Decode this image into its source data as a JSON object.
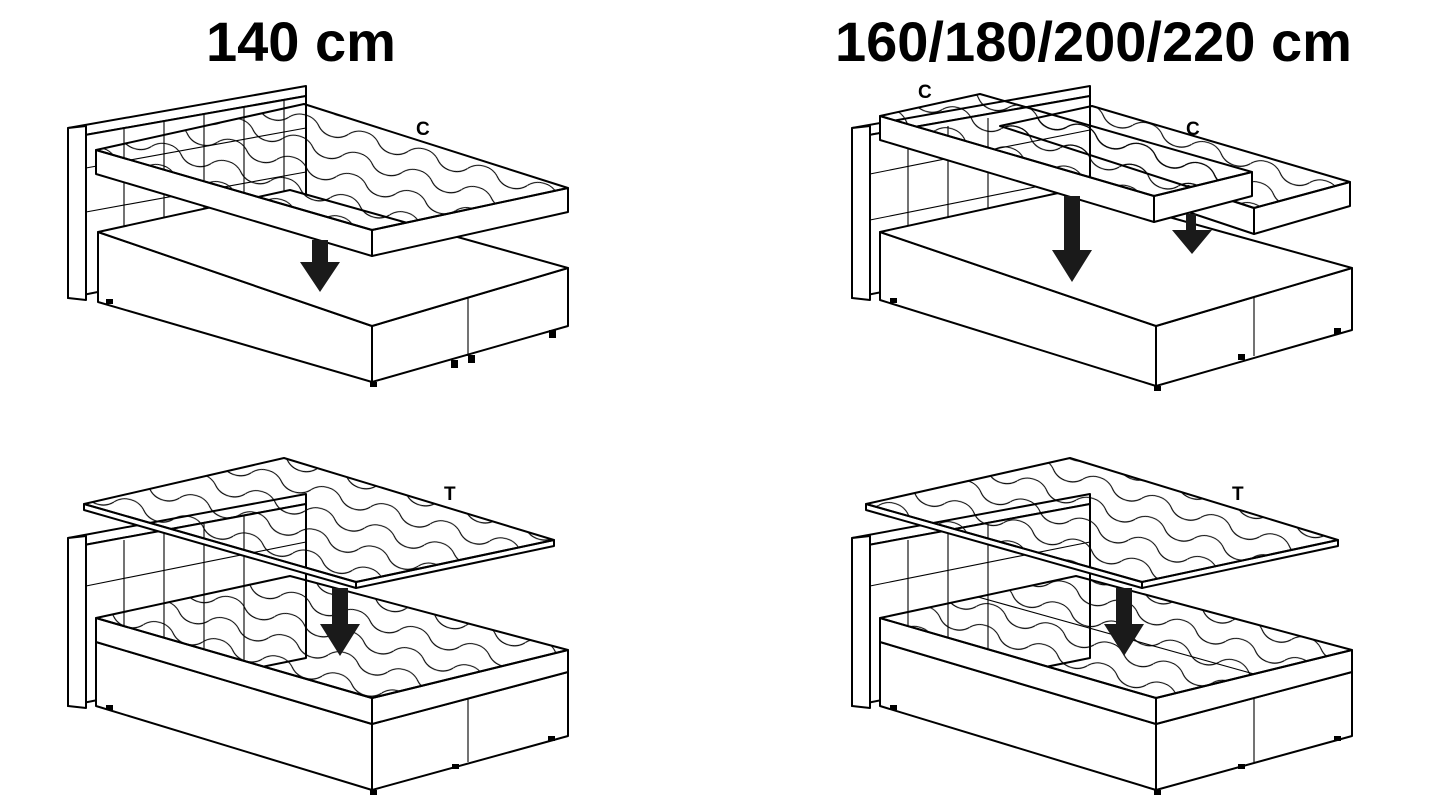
{
  "headings": {
    "narrow": "140 cm",
    "wide": "160/180/200/220 cm"
  },
  "panels": [
    {
      "id": "narrow-topper-step",
      "labels": [
        "C"
      ]
    },
    {
      "id": "wide-topper-step",
      "labels": [
        "C",
        "C"
      ]
    },
    {
      "id": "narrow-overlay-step",
      "labels": [
        "T"
      ]
    },
    {
      "id": "wide-overlay-step",
      "labels": [
        "T"
      ]
    }
  ],
  "colors": {
    "line": "#000000",
    "arrow": "#1a1a1a",
    "background": "#ffffff"
  }
}
